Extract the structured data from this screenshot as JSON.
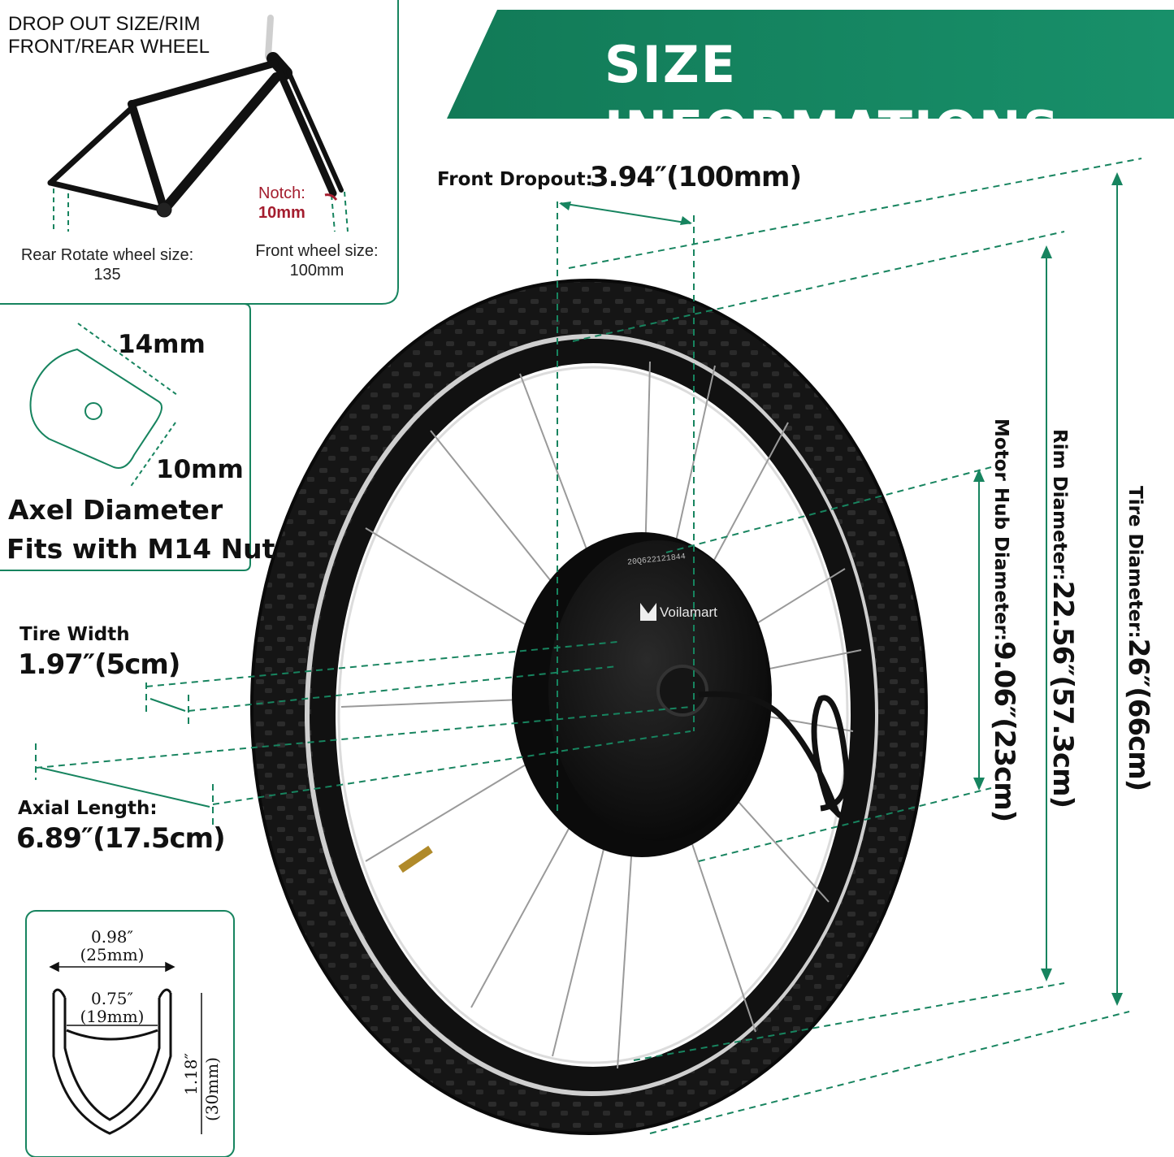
{
  "banner": {
    "title": "SIZE INFORMATIONS"
  },
  "frame_panel": {
    "title_line1": "DROP OUT SIZE/RIM",
    "title_line2": "FRONT/REAR WHEEL",
    "notch_label": "Notch:",
    "notch_value": "10mm",
    "rear_label": "Rear Rotate wheel size:",
    "rear_value": "135",
    "front_label": "Front wheel size:",
    "front_value": "100mm"
  },
  "axle_panel": {
    "width_value": "14mm",
    "height_value": "10mm",
    "caption_line1": "Axel Diameter",
    "caption_line2": "Fits with M14 Nut"
  },
  "measurements": {
    "front_dropout_label": "Front Dropout:",
    "front_dropout_value": "3.94″(100mm)",
    "tire_width_label": "Tire Width",
    "tire_width_value": "1.97″(5cm)",
    "axial_length_label": "Axial Length:",
    "axial_length_value": "6.89″(17.5cm)",
    "motor_hub_label": "Motor Hub Diameter:",
    "motor_hub_value": "9.06″(23cm)",
    "rim_label": "Rim Diameter:",
    "rim_value": "22.56″(57.3cm)",
    "tire_label": "Tire Diameter:",
    "tire_value": "26″(66cm)"
  },
  "rim_profile": {
    "outer_width_in": "0.98″",
    "outer_width_mm": "(25mm)",
    "inner_width_in": "0.75″",
    "inner_width_mm": "(19mm)",
    "height_in": "1.18″",
    "height_mm": "(30mm)"
  },
  "motor": {
    "brand": "Voilamart",
    "serial": "20Q622121844"
  },
  "colors": {
    "accent_green": "#17845f",
    "dark_green": "#0f6e4f"
  }
}
